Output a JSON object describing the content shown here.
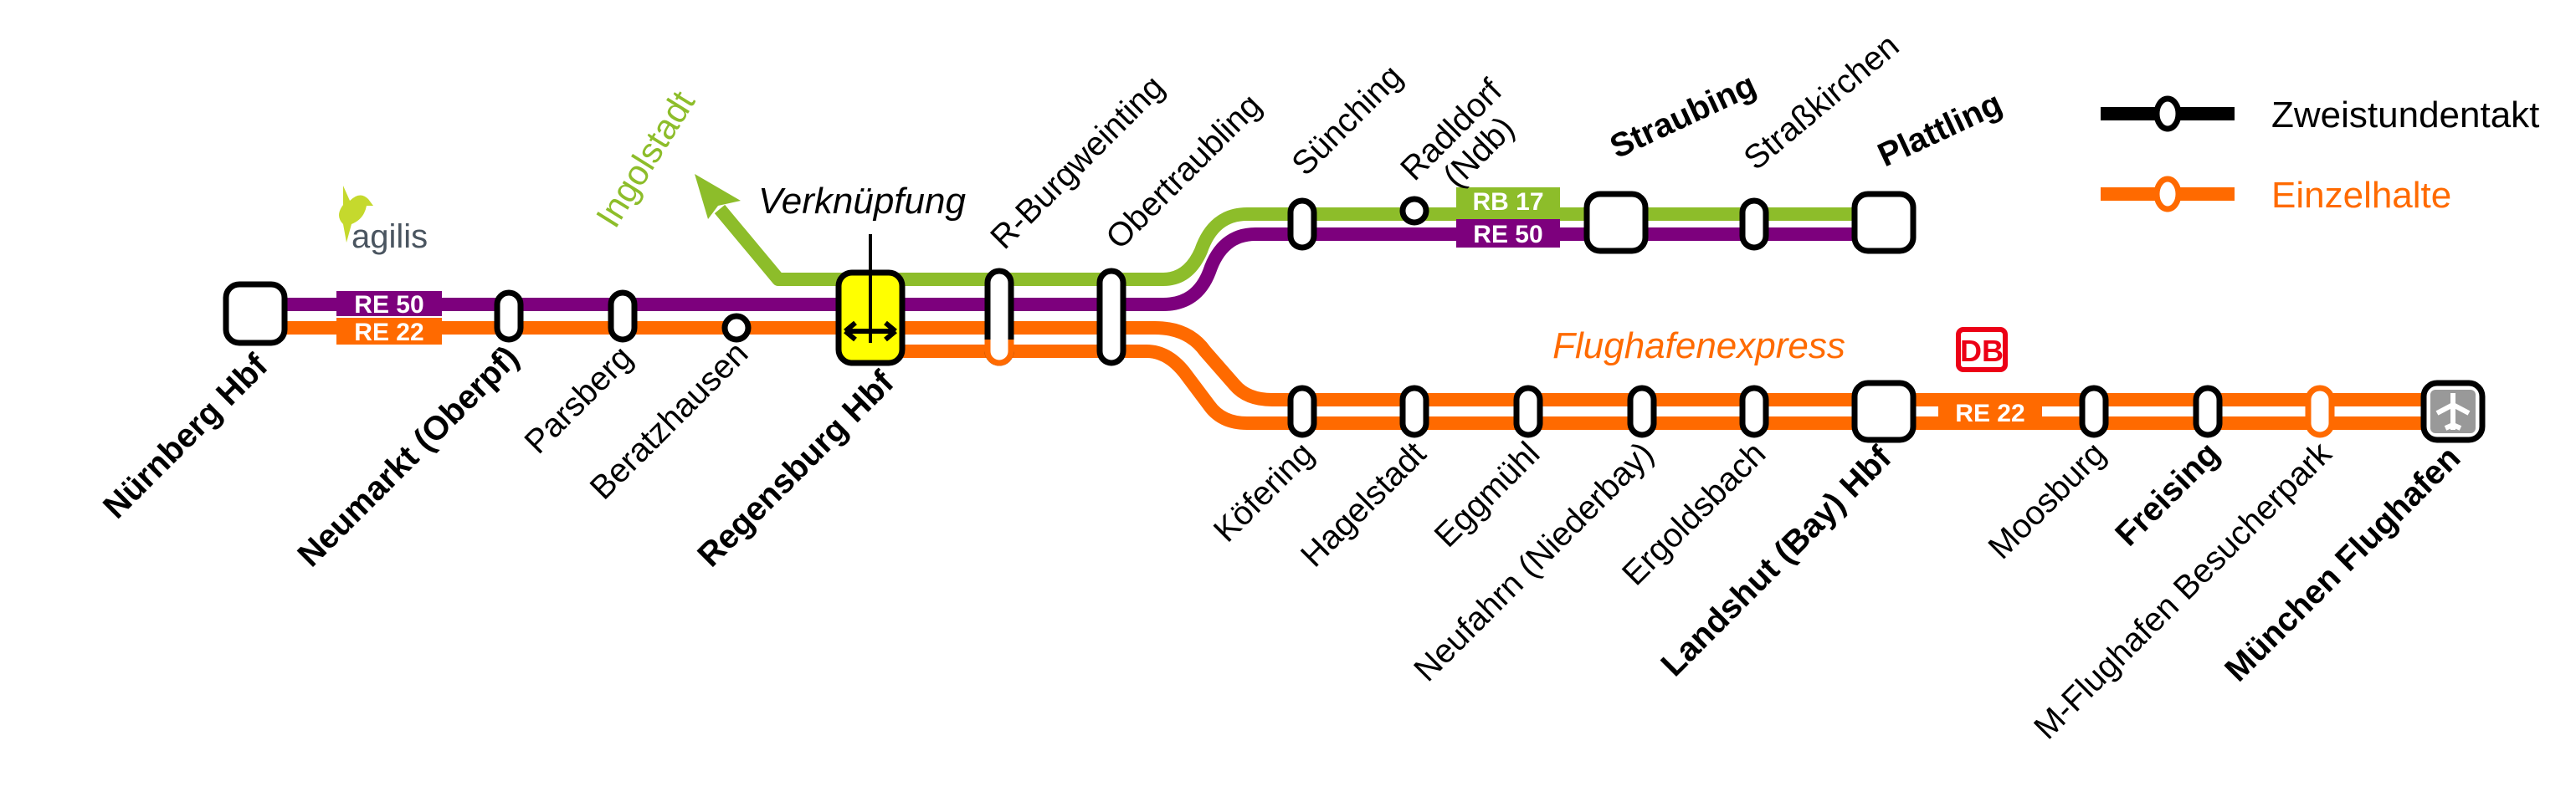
{
  "colors": {
    "re50": "#7d007d",
    "re22": "#ff6a00",
    "rb17": "#8dbd2a",
    "hub": "#ffff00",
    "db": "#ec0016"
  },
  "lines": {
    "re50": "RE 50",
    "re22": "RE 22",
    "rb17": "RB 17"
  },
  "branch_ingolstadt": "Ingolstadt",
  "link_label": "Verknüpfung",
  "operator_logo": "agilis",
  "flughafenexpress": "Flughafenexpress",
  "db_logo": "DB",
  "legend": {
    "two_hour": "Zweistundentakt",
    "single_stops": "Einzelhalte"
  },
  "stations": {
    "nuernberg": "Nürnberg Hbf",
    "neumarkt": "Neumarkt (Oberpf)",
    "parsberg": "Parsberg",
    "beratzhausen": "Beratzhausen",
    "regensburg": "Regensburg Hbf",
    "burgweinting": "R-Burgweinting",
    "obertraubling": "Obertraubling",
    "suenching": "Sünching",
    "radldorf_1": "Radldorf",
    "radldorf_2": "(Ndb)",
    "straubing": "Straubing",
    "strasskirchen": "Straßkirchen",
    "plattling": "Plattling",
    "koefering": "Köfering",
    "hagelstadt": "Hagelstadt",
    "eggmuehl": "Eggmühl",
    "neufahrn": "Neufahrn (Niederbay)",
    "ergoldsbach": "Ergoldsbach",
    "landshut": "Landshut (Bay) Hbf",
    "moosburg": "Moosburg",
    "freising": "Freising",
    "besucherpark": "M-Flughafen Besucherpark",
    "muenchen_flughafen": "München Flughafen"
  }
}
